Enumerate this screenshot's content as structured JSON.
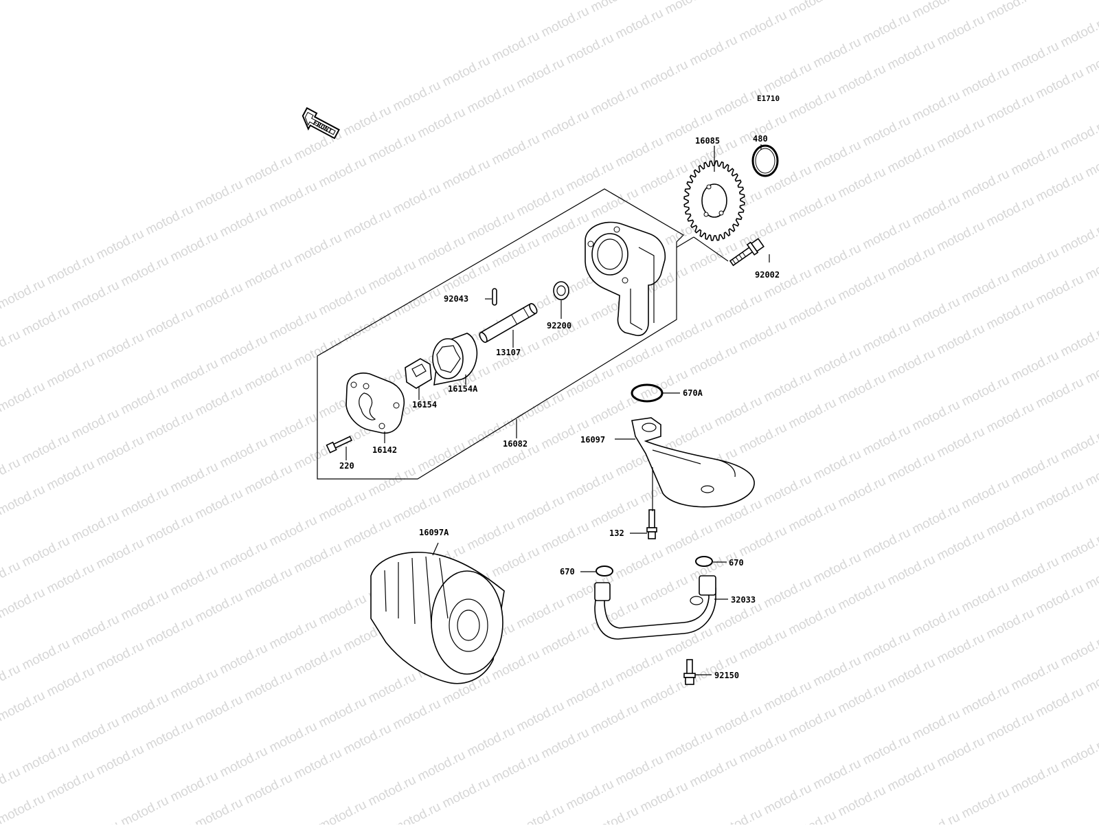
{
  "diagram_code": "E1710",
  "front_label": "FRONT",
  "watermark": "motod.ru",
  "labels": {
    "p16085": "16085",
    "p480": "480",
    "p92002": "92002",
    "p92043": "92043",
    "p92200": "92200",
    "p13107": "13107",
    "p16154A": "16154A",
    "p16154": "16154",
    "p16142": "16142",
    "p220": "220",
    "p16082": "16082",
    "p670A": "670A",
    "p16097": "16097",
    "p132": "132",
    "p16097A": "16097A",
    "p670_left": "670",
    "p670_right": "670",
    "p32033": "32033",
    "p92150": "92150"
  }
}
